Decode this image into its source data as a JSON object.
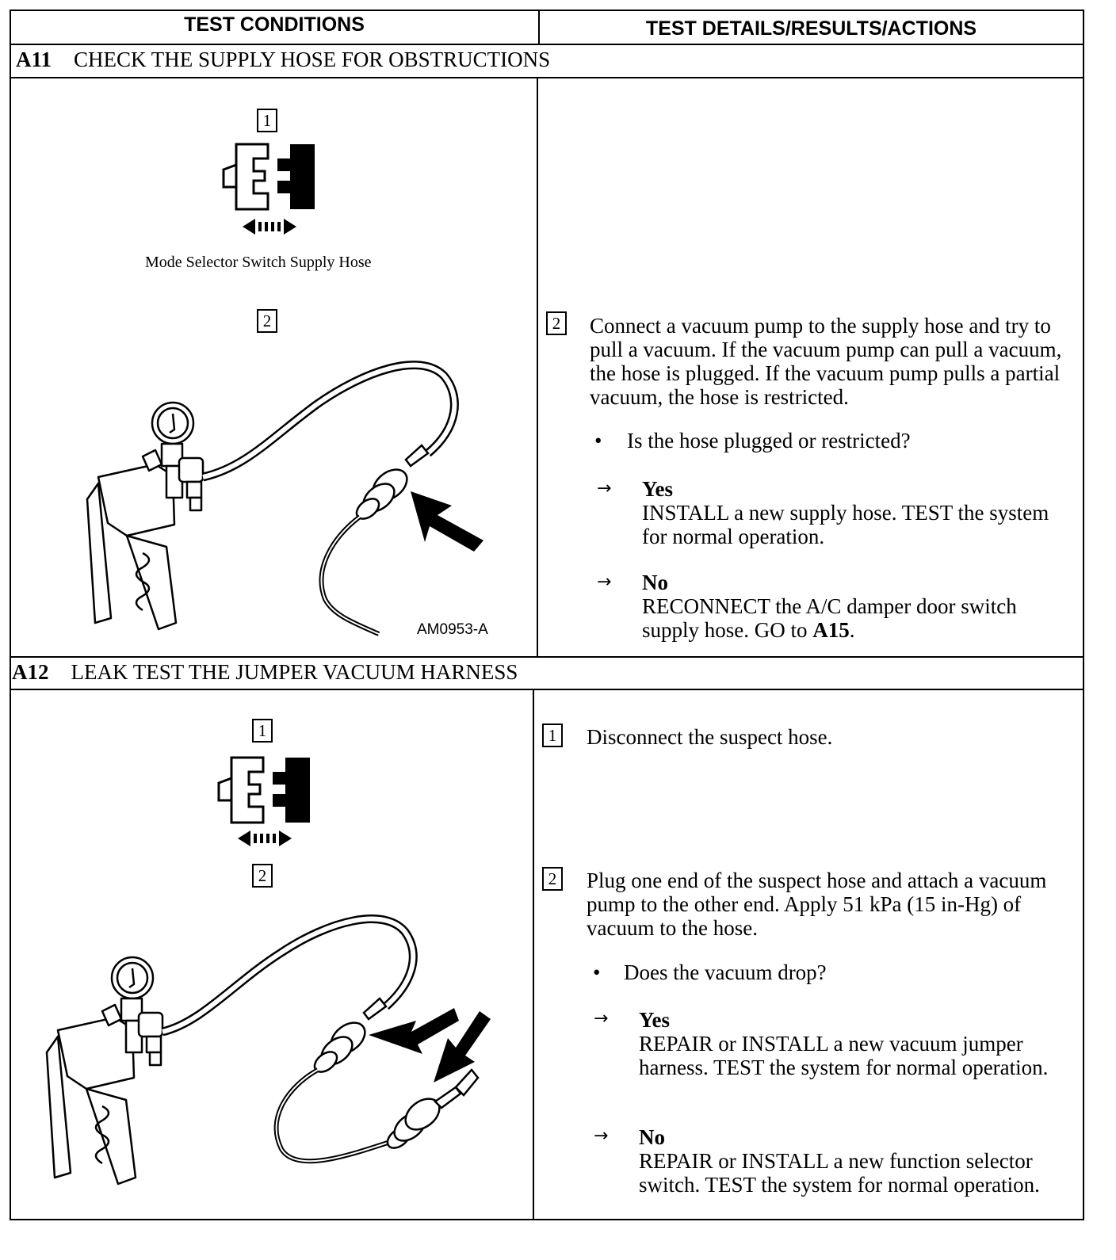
{
  "headers": {
    "left": "TEST CONDITIONS",
    "right": "TEST DETAILS/RESULTS/ACTIONS"
  },
  "a11": {
    "id": "A11",
    "title": "CHECK THE SUPPLY HOSE FOR OBSTRUCTIONS",
    "step1_label": "1",
    "caption": "Mode Selector Switch Supply Hose",
    "step2_label": "2",
    "figure_code": "AM0953-A",
    "detail_step_label": "2",
    "detail_text": "Connect a vacuum pump to the supply hose and try to pull a vacuum. If the vacuum pump can pull a vacuum, the hose is plugged. If the vacuum pump pulls a partial vacuum, the hose is restricted.",
    "question": "Is the hose plugged or restricted?",
    "yes_label": "Yes",
    "yes_text": "INSTALL a new supply hose. TEST the system for normal operation.",
    "no_label": "No",
    "no_text_pre": "RECONNECT the A/C damper door switch supply hose. GO to ",
    "no_text_ref": "A15",
    "no_text_post": "."
  },
  "a12": {
    "id": "A12",
    "title": "LEAK TEST THE JUMPER VACUUM HARNESS",
    "step1_label": "1",
    "step2_label": "2",
    "detail1_label": "1",
    "detail1_text": "Disconnect the suspect hose.",
    "detail2_label": "2",
    "detail2_text": "Plug one end of the suspect hose and attach a vacuum pump to the other end. Apply 51 kPa (15 in-Hg) of vacuum to the hose.",
    "question": "Does the vacuum drop?",
    "yes_label": "Yes",
    "yes_text": "REPAIR or INSTALL a new vacuum jumper harness. TEST the system for normal operation.",
    "no_label": "No",
    "no_text": "REPAIR or INSTALL a new function selector switch. TEST the system for normal operation."
  },
  "symbols": {
    "bullet": "•",
    "result_arrow": "→"
  }
}
